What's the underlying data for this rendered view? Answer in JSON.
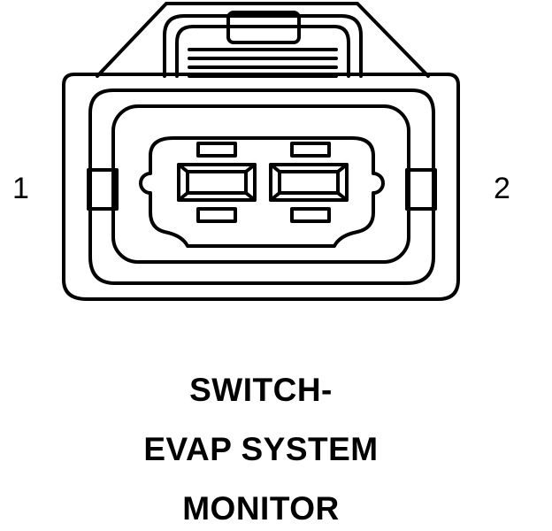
{
  "diagram": {
    "pin_labels": [
      "1",
      "2"
    ],
    "caption_lines": [
      "SWITCH-",
      "EVAP SYSTEM",
      "MONITOR"
    ]
  },
  "colors": {
    "line": "#000000",
    "background": "#ffffff"
  }
}
